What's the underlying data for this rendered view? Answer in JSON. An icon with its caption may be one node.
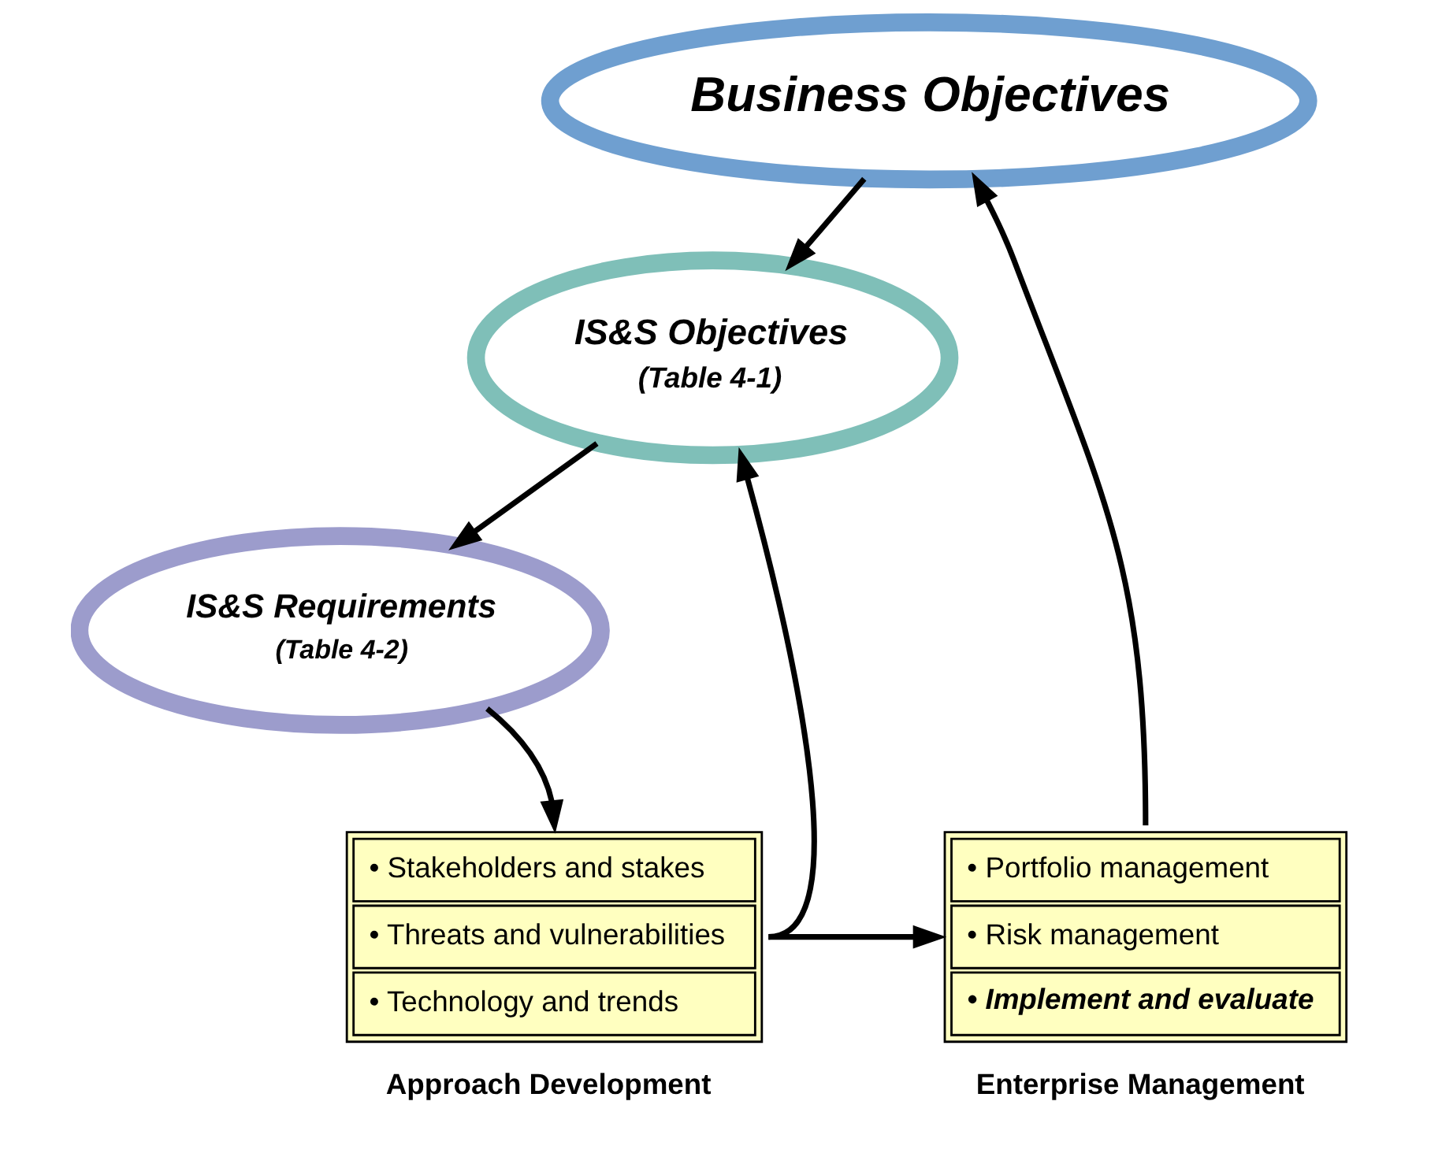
{
  "diagram": {
    "nodes": [
      {
        "text": [
          "Business Objectives"
        ]
      },
      {
        "text": [
          "IS&S Objectives",
          "(Table 4-1)"
        ]
      },
      {
        "text": [
          "IS&S Requirements",
          "(Table 4-2)"
        ]
      },
      {
        "text": [
          "• Stakeholders and stakes",
          "• Threats and vulnerabilities",
          "• Technology and trends"
        ],
        "beside": [
          "Approach Development"
        ]
      },
      {
        "text": [
          "• Portfolio management",
          "• Risk management",
          "• Implement and evaluate"
        ],
        "beside": [
          "Enterprise Management"
        ]
      }
    ],
    "edges": [
      {
        "from": 0,
        "to": 1,
        "arrow": "to"
      },
      {
        "from": 1,
        "to": 2,
        "arrow": "to"
      },
      {
        "from": 2,
        "to": 3,
        "arrow": "to"
      },
      {
        "from": 3,
        "to": 1,
        "arrow": "to"
      },
      {
        "from": 3,
        "to": 4,
        "arrow": "to"
      },
      {
        "from": 4,
        "to": 0,
        "arrow": "to"
      }
    ]
  }
}
